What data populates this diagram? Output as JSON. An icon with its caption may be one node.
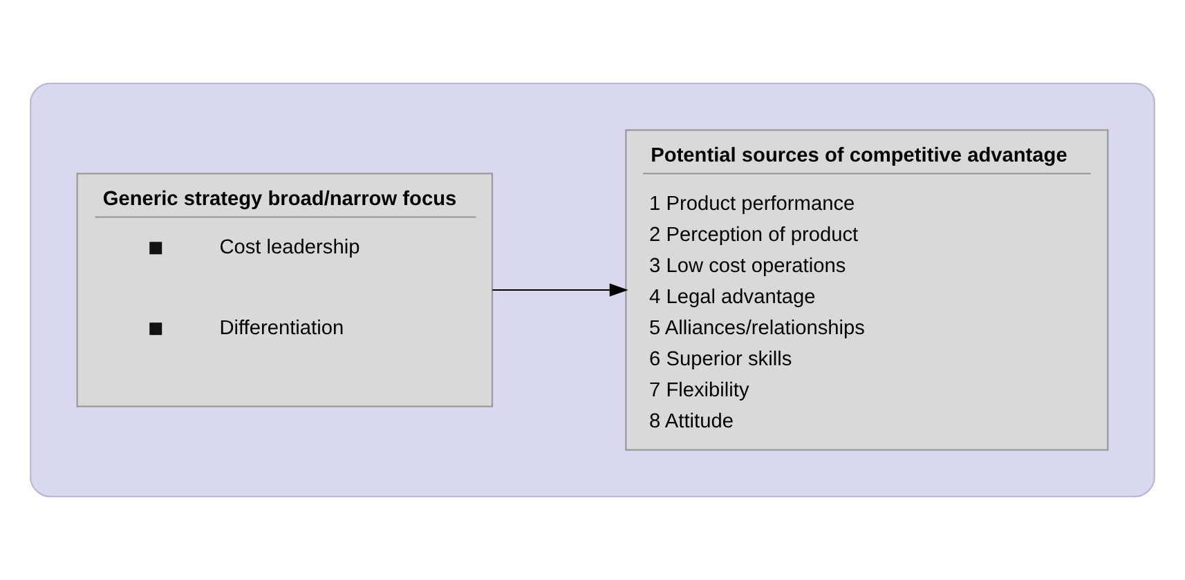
{
  "diagram": {
    "nodes": [
      {
        "text": [],
        "shape": "box"
      },
      {
        "text": [
          "Generic strategy broad/narrow focus",
          "Cost leadership",
          "Differentiation"
        ],
        "in": 0
      },
      {
        "text": [
          "Potential sources of competitive advantage",
          "1 Product performance",
          "2 Perception of product",
          "3 Low cost operations",
          "4 Legal advantage",
          "5 Alliances/relationships",
          "6 Superior skills",
          "7 Flexibility",
          "8 Attitude"
        ],
        "in": 0
      }
    ],
    "edges": [
      {
        "from": 1,
        "to": 2,
        "arrow": "to"
      }
    ]
  }
}
